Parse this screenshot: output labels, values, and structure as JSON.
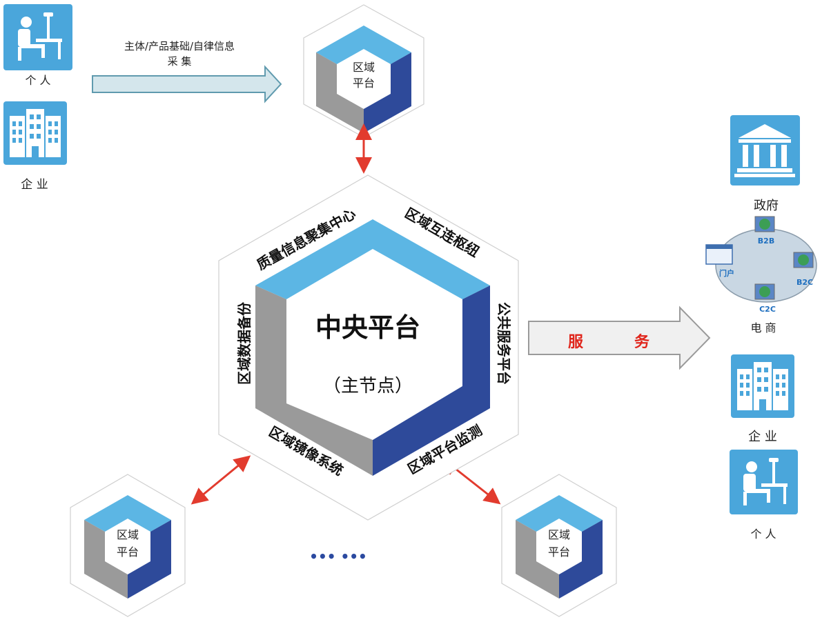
{
  "colors": {
    "light_blue": "#5CB6E4",
    "dark_blue": "#2E4A9A",
    "gray": "#9A9A9A",
    "icon_bg": "#4AA6DB",
    "arrow_red": "#E23B2E",
    "fat_arrow_fill": "#D4E6EC",
    "service_arrow_fill": "#F0F0F0",
    "service_text": "#E0261C",
    "dots": "#2B4AA0"
  },
  "left_entities": [
    {
      "label": "个 人",
      "icon": "person-at-desk-icon"
    },
    {
      "label": "企 业",
      "icon": "building-icon"
    }
  ],
  "collect_arrow": {
    "line1": "主体/产品基础/自律信息",
    "line2": "采    集"
  },
  "regional_platform": {
    "line1": "区域",
    "line2": "平台"
  },
  "central": {
    "title": "中央平台",
    "subtitle": "（主节点）",
    "top_left_label": "质量信息聚集中心",
    "top_right_label": "区域互连枢纽",
    "right_label": "公共服务平台",
    "bottom_right_label": "区域平台监测",
    "bottom_left_label": "区域镜像系统",
    "left_label": "区域数据备份"
  },
  "service_arrow": {
    "char1": "服",
    "char2": "务"
  },
  "ellipsis": "•••  •••",
  "right_entities": {
    "government": {
      "label": "政府",
      "icon": "government-building-icon"
    },
    "ecommerce": {
      "label": "电 商",
      "nodes": [
        {
          "label": "B2B",
          "icon": "globe-computer-icon"
        },
        {
          "label": "门户",
          "icon": "web-portal-icon"
        },
        {
          "label": "B2C",
          "icon": "globe-computer-icon"
        },
        {
          "label": "C2C",
          "icon": "globe-computer-icon"
        }
      ]
    },
    "enterprise": {
      "label": "企 业",
      "icon": "building-icon"
    },
    "person": {
      "label": "个 人",
      "icon": "person-at-desk-icon"
    }
  }
}
